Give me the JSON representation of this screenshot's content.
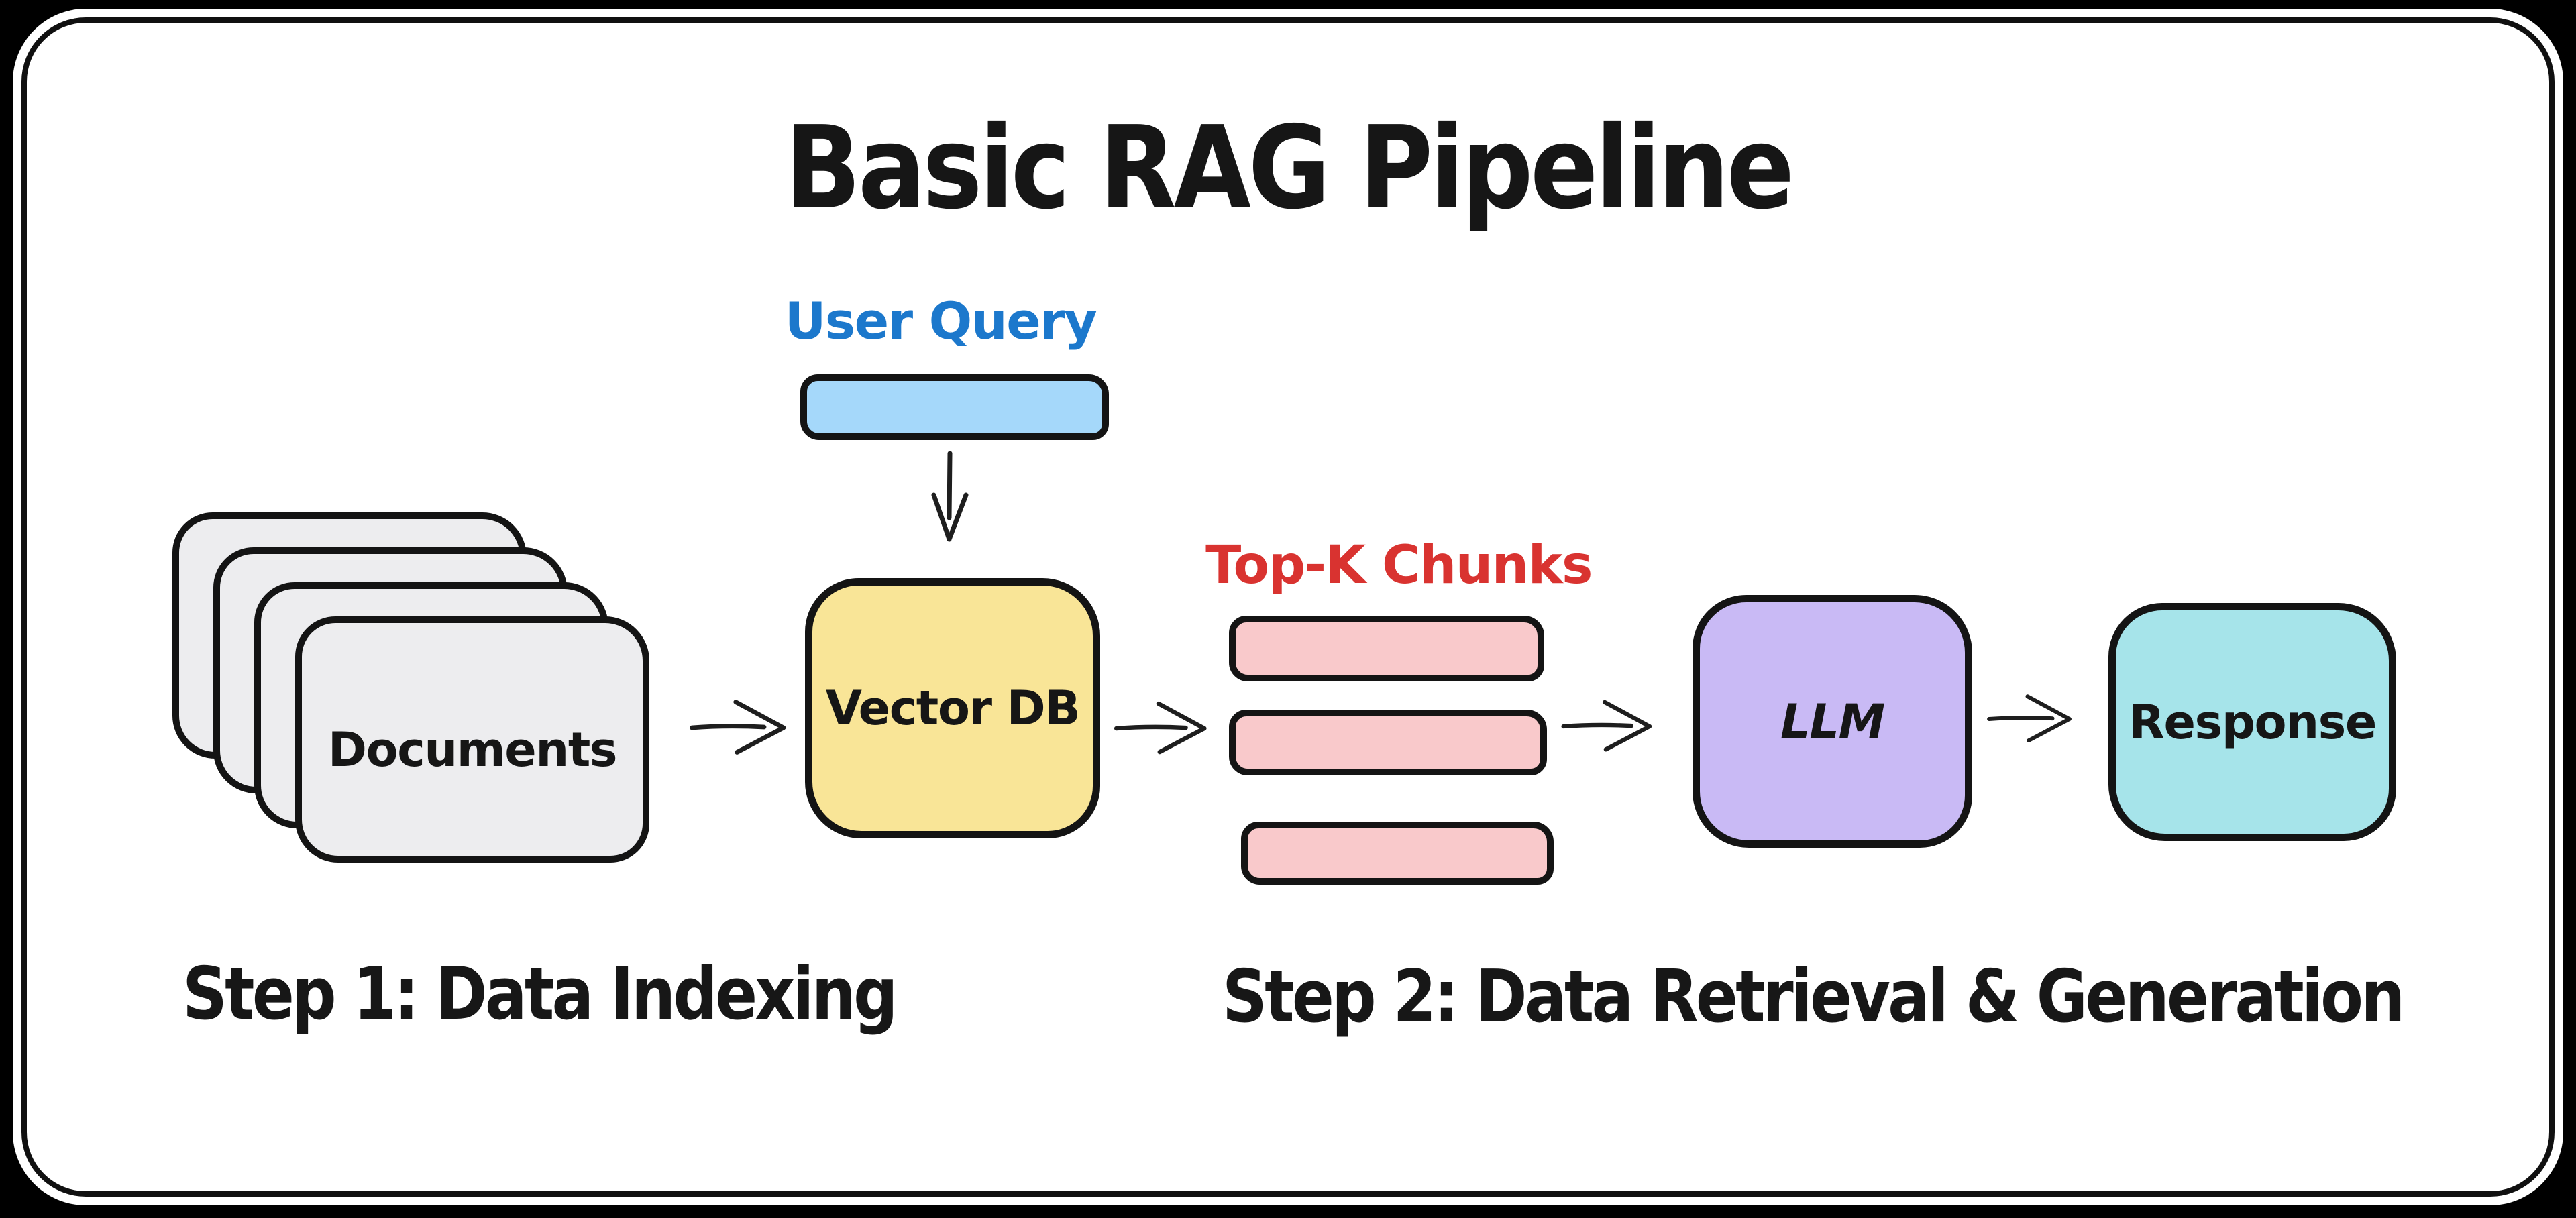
{
  "title": "Basic RAG Pipeline",
  "ink": "#1a1a1a",
  "nodes": {
    "user_query": {
      "label": "User Query",
      "fill": "#a5d8fa",
      "label_color": "#1c78cc"
    },
    "documents": {
      "label": "Documents",
      "fill": "#ededef",
      "stack_count": 4
    },
    "vector_db": {
      "label": "Vector DB",
      "fill": "#f9e597"
    },
    "top_k_chunks": {
      "label": "Top-K Chunks",
      "label_color": "#d93330",
      "fill": "#f9c9cb",
      "chunk_count": 3
    },
    "llm": {
      "label": "LLM",
      "fill": "#c9baf5"
    },
    "response": {
      "label": "Response",
      "fill": "#a6e4ea"
    }
  },
  "steps": {
    "step1": "Step 1: Data Indexing",
    "step2": "Step 2: Data Retrieval & Generation"
  }
}
